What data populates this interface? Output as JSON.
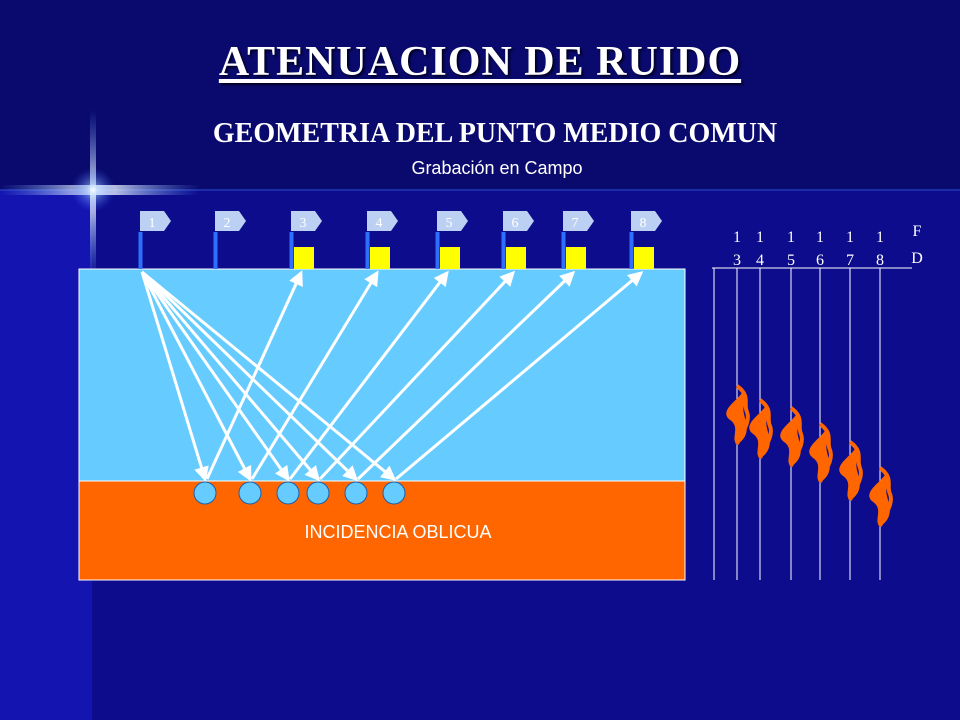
{
  "slide": {
    "title": "ATENUACION DE RUIDO",
    "subtitle": "GEOMETRIA DEL PUNTO MEDIO COMUN",
    "caption": "Grabación en Campo"
  },
  "colors": {
    "background": "#0a0a7a",
    "upper_layer": "#66ccff",
    "lower_layer": "#ff6600",
    "receiver": "#ffff00",
    "flag": "#cfe6ff",
    "ray": "#ffffff",
    "reflection_point": "#66ccff",
    "trace_fill": "#ff6600"
  },
  "diagram": {
    "flags": [
      "1",
      "2",
      "3",
      "4",
      "5",
      "6",
      "7",
      "8"
    ],
    "source_flag_index": 0,
    "receiver_flag_indices": [
      2,
      3,
      4,
      5,
      6,
      7
    ],
    "layer_label": "INCIDENCIA  OBLICUA",
    "reflection_point_count": 6
  },
  "gather": {
    "header_top": "F",
    "header_bottom": "D",
    "trace_labels": [
      {
        "top": "1",
        "bottom": "3"
      },
      {
        "top": "1",
        "bottom": "4"
      },
      {
        "top": "1",
        "bottom": "5"
      },
      {
        "top": "1",
        "bottom": "6"
      },
      {
        "top": "1",
        "bottom": "7"
      },
      {
        "top": "1",
        "bottom": "8"
      }
    ]
  }
}
